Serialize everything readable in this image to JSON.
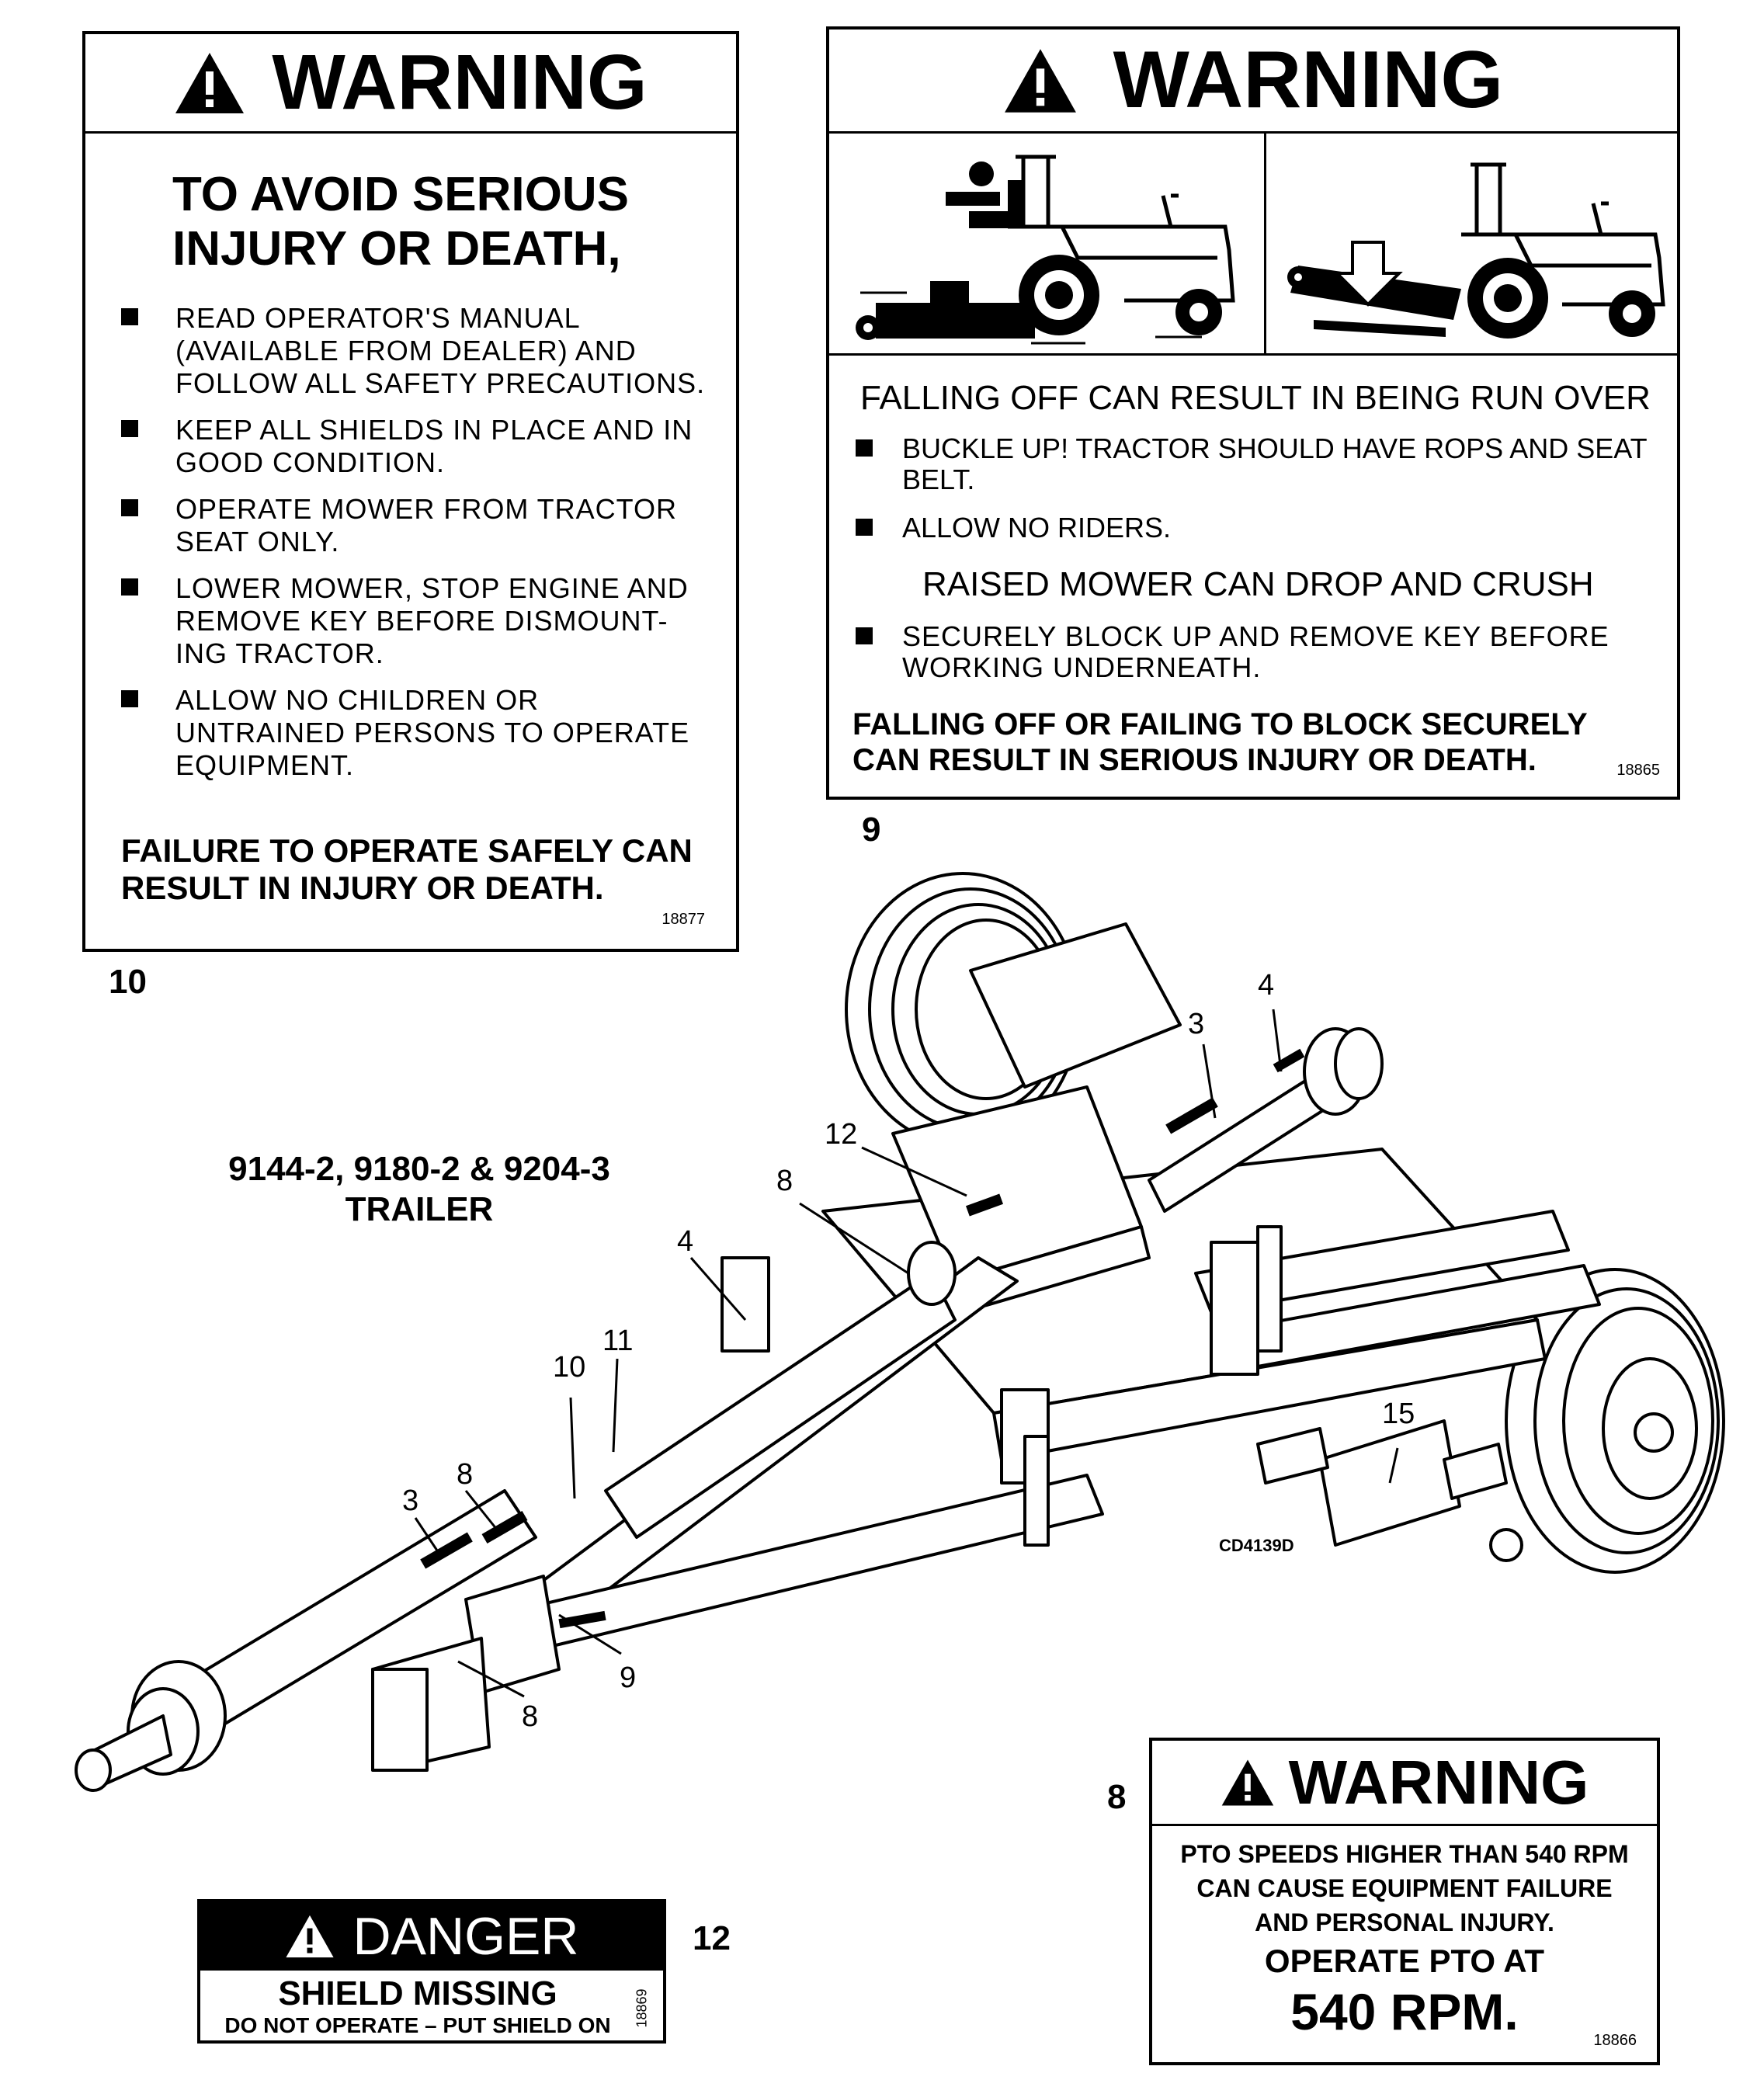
{
  "decal10": {
    "header": "WARNING",
    "heading_line1": "TO AVOID SERIOUS",
    "heading_line2": "INJURY OR DEATH,",
    "bullets": [
      "READ OPERATOR'S MANUAL (AVAILABLE FROM DEALER) AND FOLLOW ALL SAFETY PRECAUTIONS.",
      "KEEP ALL SHIELDS IN PLACE AND IN GOOD CONDITION.",
      "OPERATE MOWER FROM TRACTOR SEAT ONLY.",
      "LOWER MOWER, STOP ENGINE AND REMOVE KEY BEFORE DISMOUNT-ING TRACTOR.",
      "ALLOW NO CHILDREN OR UNTRAINED PERSONS TO OPERATE EQUIPMENT."
    ],
    "footer": "FAILURE TO OPERATE SAFELY CAN RESULT IN INJURY OR DEATH.",
    "code": "18877",
    "number": "10"
  },
  "decal9": {
    "header": "WARNING",
    "section1_title": "FALLING OFF CAN RESULT IN BEING RUN OVER",
    "section1_bullets": [
      "BUCKLE UP! TRACTOR SHOULD HAVE ROPS AND SEAT BELT.",
      "ALLOW NO RIDERS."
    ],
    "section2_title": "RAISED MOWER CAN DROP AND CRUSH",
    "section2_bullets": [
      "SECURELY BLOCK UP AND REMOVE KEY BEFORE WORKING UNDERNEATH."
    ],
    "footer": "FALLING OFF OR FAILING TO BLOCK SECURELY CAN RESULT IN SERIOUS INJURY OR DEATH.",
    "code": "18865",
    "number": "9"
  },
  "diagram": {
    "title_line1": "9144-2, 9180-2 & 9204-3",
    "title_line2": "TRAILER",
    "figure_code": "CD4139D",
    "callouts": {
      "c4_top": "4",
      "c3_top": "3",
      "c12": "12",
      "c8_mid": "8",
      "c4_left": "4",
      "c11": "11",
      "c10": "10",
      "c8_left": "8",
      "c3_left": "3",
      "c9": "9",
      "c8_bottom": "8",
      "c15": "15"
    }
  },
  "decal8": {
    "header": "WARNING",
    "line1": "PTO SPEEDS HIGHER THAN 540 RPM",
    "line2": "CAN CAUSE EQUIPMENT FAILURE",
    "line3": "AND PERSONAL INJURY.",
    "line4": "OPERATE PTO AT",
    "line5": "540 RPM.",
    "code": "18866",
    "number": "8"
  },
  "decal12": {
    "header": "DANGER",
    "line1": "SHIELD MISSING",
    "line2": "DO NOT OPERATE – PUT SHIELD ON",
    "code": "18869",
    "number": "12"
  }
}
